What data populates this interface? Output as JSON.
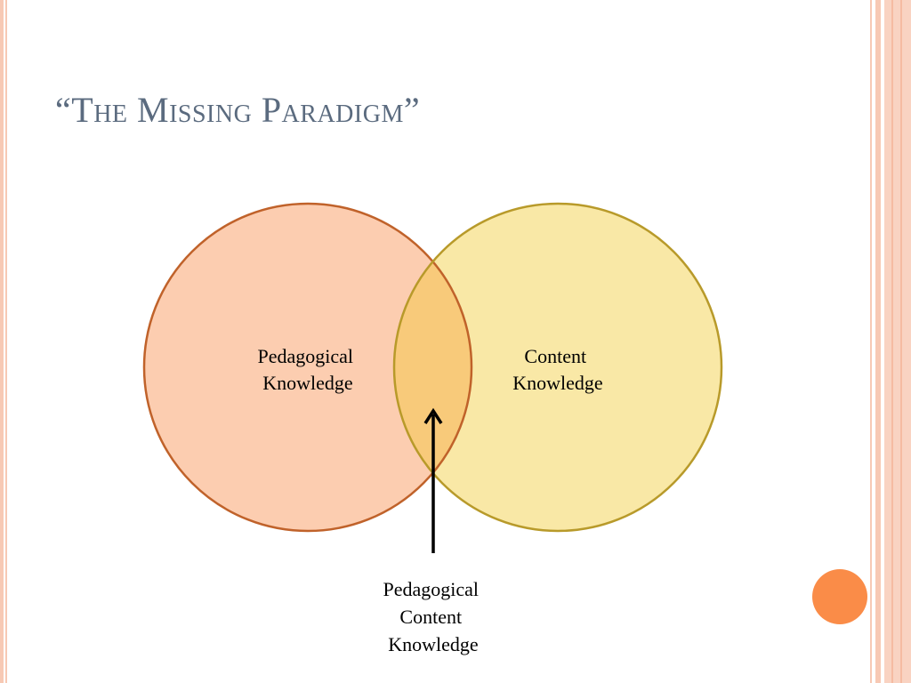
{
  "slide": {
    "title": "“The Missing Paradigm”"
  },
  "diagram": {
    "left_circle": {
      "label_line1": "Pedagogical",
      "label_line2": "Knowledge",
      "fill": "#fccdb0",
      "stroke": "#c0622a"
    },
    "right_circle": {
      "label_line1": "Content",
      "label_line2": "Knowledge",
      "fill": "#f9e8a6",
      "stroke": "#b89a2a"
    },
    "overlap": {
      "fill": "#f8ca7a",
      "label_line1": "Pedagogical",
      "label_line2": "Content",
      "label_line3": "Knowledge"
    }
  },
  "colors": {
    "title": "#5b6b7f",
    "accent_dot": "#fa8c48",
    "border_stripe": "#f7c9b4"
  }
}
